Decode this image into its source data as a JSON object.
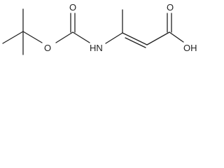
{
  "atom_labels": {
    "ester_oxygen": "O",
    "carbonyl_oxygen_left": "O",
    "nitrogen_h": "HN",
    "carbonyl_oxygen_right": "O",
    "hydroxyl": "OH"
  }
}
